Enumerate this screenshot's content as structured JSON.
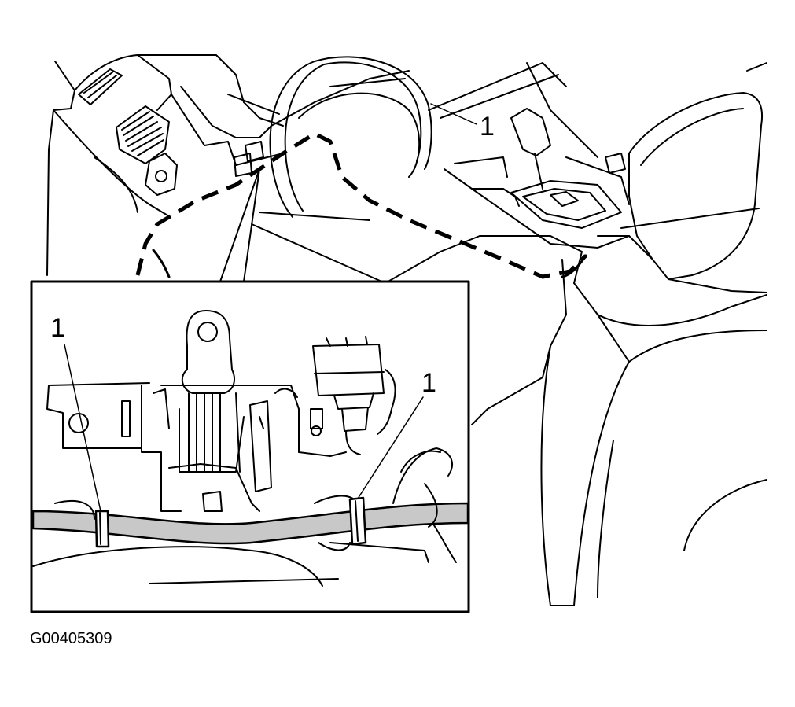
{
  "figure": {
    "id_label": "G00405309",
    "callouts": {
      "overview": "1",
      "detail_left": "1",
      "detail_right": "1"
    }
  },
  "colors": {
    "line": "#000000",
    "background": "#ffffff",
    "harness_fill": "#c8c8c8"
  },
  "icons": {
    "dashed_route": "wiring-harness-route",
    "harness": "wiring-harness",
    "tie": "cable-tie"
  }
}
